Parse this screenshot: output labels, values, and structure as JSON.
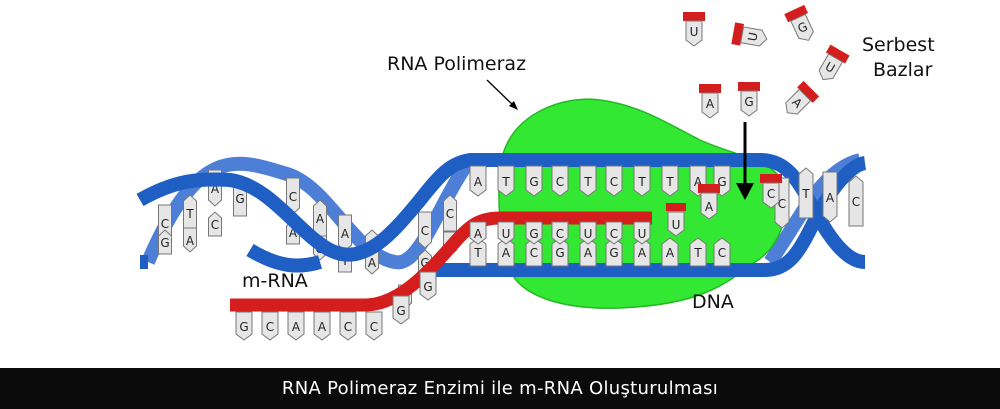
{
  "labels": {
    "rna_polimeraz": "RNA Polimeraz",
    "serbest": "Serbest",
    "bazlar": "Bazlar",
    "mrna": "m-RNA",
    "dna": "DNA"
  },
  "caption": "RNA Polimeraz Enzimi ile m-RNA Oluşturulması",
  "colors": {
    "dna_backbone": "#1f5fc4",
    "polymerase": "#33e833",
    "rna_strand": "#d41e1e",
    "caption_bg": "#0b0b0b",
    "base_fill": "#e6e6e6"
  },
  "bases": {
    "dna_left_upper": [
      "C",
      "T",
      "A",
      "G",
      "C",
      "A",
      "A",
      "G",
      "C",
      "C"
    ],
    "dna_left_lower": [
      "G",
      "A",
      "C",
      "A",
      "G",
      "T",
      "A",
      "G",
      "A",
      "T"
    ],
    "dna_coding_strand": [
      "A",
      "T",
      "G",
      "C",
      "T",
      "C",
      "T",
      "T",
      "A",
      "G"
    ],
    "dna_template_strand": [
      "T",
      "A",
      "C",
      "G",
      "A",
      "G",
      "A",
      "A",
      "T",
      "C"
    ],
    "dna_right": [
      "C",
      "T",
      "A",
      "C"
    ],
    "mrna_paired": [
      "A",
      "U",
      "G",
      "C",
      "U",
      "C",
      "U",
      "U",
      "A"
    ],
    "mrna_tail": [
      "G",
      "C",
      "A",
      "A",
      "C",
      "C",
      "G",
      "G"
    ],
    "free_bases": [
      "U",
      "U",
      "G",
      "U",
      "A",
      "G",
      "A",
      "C"
    ]
  }
}
